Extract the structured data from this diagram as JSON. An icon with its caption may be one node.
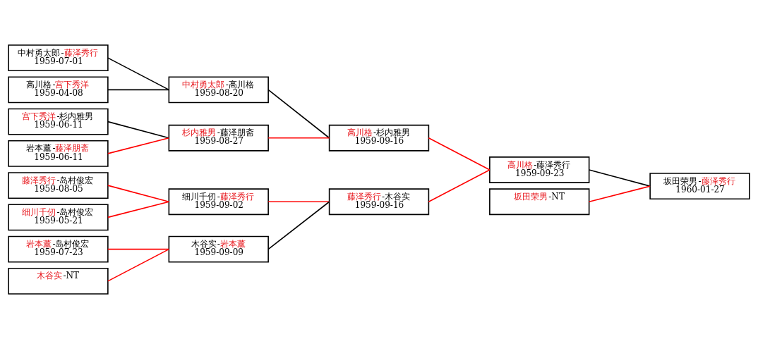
{
  "diagram": {
    "nodes": [
      {
        "text": [
          "中村勇太郎-藤泽秀行",
          "1959-07-01"
        ]
      },
      {
        "text": [
          "高川格-宫下秀洋",
          "1959-04-08"
        ]
      },
      {
        "text": [
          "宫下秀洋-杉内雅男",
          "1959-06-11"
        ]
      },
      {
        "text": [
          "岩本薰-藤泽朋斋",
          "1959-06-11"
        ]
      },
      {
        "text": [
          "藤泽秀行-岛村俊宏",
          "1959-08-05"
        ]
      },
      {
        "text": [
          "细川千仞-岛村俊宏",
          "1959-05-21"
        ]
      },
      {
        "text": [
          "岩本薰-岛村俊宏",
          "1959-07-23"
        ]
      },
      {
        "text": [
          "木谷实-NT"
        ]
      },
      {
        "text": [
          "中村勇太郎-高川格",
          "1959-08-20"
        ]
      },
      {
        "text": [
          "杉内雅男-藤泽朋斋",
          "1959-08-27"
        ]
      },
      {
        "text": [
          "细川千仞-藤泽秀行",
          "1959-09-02"
        ]
      },
      {
        "text": [
          "木谷实-岩本薰",
          "1959-09-09"
        ]
      },
      {
        "text": [
          "高川格-杉内雅男",
          "1959-09-16"
        ]
      },
      {
        "text": [
          "藤泽秀行-木谷实",
          "1959-09-16"
        ]
      },
      {
        "text": [
          "高川格-藤泽秀行",
          "1959-09-23"
        ]
      },
      {
        "text": [
          "坂田荣男-NT"
        ]
      },
      {
        "text": [
          "坂田荣男-藤泽秀行",
          "1960-01-27"
        ]
      }
    ],
    "edges": [
      {
        "from": 0,
        "to": 8,
        "arrow": "none",
        "color": "#000000"
      },
      {
        "from": 1,
        "to": 8,
        "arrow": "none",
        "color": "#000000"
      },
      {
        "from": 2,
        "to": 9,
        "arrow": "none",
        "color": "#000000"
      },
      {
        "from": 3,
        "to": 9,
        "arrow": "none"
      },
      {
        "from": 4,
        "to": 10,
        "arrow": "none"
      },
      {
        "from": 5,
        "to": 10,
        "arrow": "none"
      },
      {
        "from": 6,
        "to": 11,
        "arrow": "none"
      },
      {
        "from": 7,
        "to": 11,
        "arrow": "none"
      },
      {
        "from": 8,
        "to": 12,
        "arrow": "none",
        "color": "#000000"
      },
      {
        "from": 9,
        "to": 12,
        "arrow": "none"
      },
      {
        "from": 10,
        "to": 13,
        "arrow": "none"
      },
      {
        "from": 11,
        "to": 13,
        "arrow": "none",
        "color": "#000000"
      },
      {
        "from": 12,
        "to": 14,
        "arrow": "none"
      },
      {
        "from": 13,
        "to": 14,
        "arrow": "none"
      },
      {
        "from": 14,
        "to": 16,
        "arrow": "none",
        "color": "#000000"
      },
      {
        "from": 15,
        "to": 16,
        "arrow": "none"
      }
    ]
  }
}
